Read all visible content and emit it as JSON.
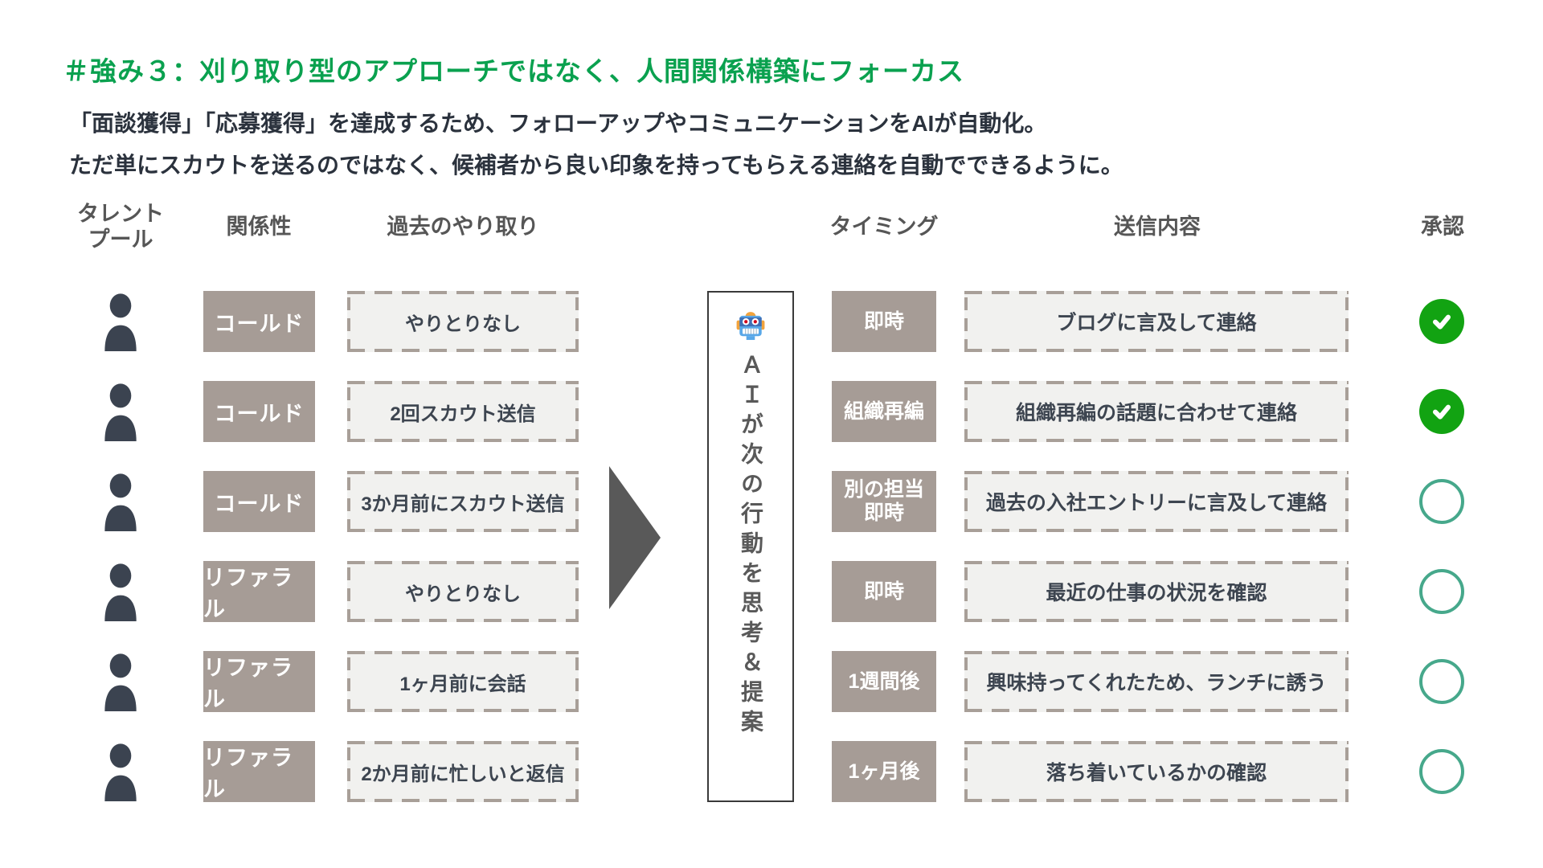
{
  "slide": {
    "title": "＃強み３：刈り取り型のアプローチではなく、人間関係構築にフォーカス",
    "subtitle_line1": "「面談獲得」「応募獲得」を達成するため、フォローアップやコミュニケーションをAIが自動化。",
    "subtitle_line2": "ただ単にスカウトを送るのではなく、候補者から良い印象を持ってもらえる連絡を自動でできるように。"
  },
  "headers": {
    "talent_pool": "タレント\nプール",
    "relationship": "関係性",
    "past_interactions": "過去のやり取り",
    "timing": "タイミング",
    "send_content": "送信内容",
    "approval": "承認"
  },
  "left_rows": [
    {
      "relationship": "コールド",
      "history": "やりとりなし"
    },
    {
      "relationship": "コールド",
      "history": "2回スカウト送信"
    },
    {
      "relationship": "コールド",
      "history": "3か月前にスカウト送信"
    },
    {
      "relationship": "リファラル",
      "history": "やりとりなし"
    },
    {
      "relationship": "リファラル",
      "history": "1ヶ月前に会話"
    },
    {
      "relationship": "リファラル",
      "history": "2か月前に忙しいと返信"
    }
  ],
  "ai_box": {
    "icon": "robot-icon",
    "vertical_text": "ＡＩが次の行動を思考＆提案"
  },
  "right_rows": [
    {
      "timing": "即時",
      "content": "ブログに言及して連絡",
      "approved": true
    },
    {
      "timing": "組織再編",
      "content": "組織再編の話題に合わせて連絡",
      "approved": true
    },
    {
      "timing": "別の担当\n即時",
      "content": "過去の入社エントリーに言及して連絡",
      "approved": false
    },
    {
      "timing": "即時",
      "content": "最近の仕事の状況を確認",
      "approved": false
    },
    {
      "timing": "1週間後",
      "content": "興味持ってくれたため、ランチに誘う",
      "approved": false
    },
    {
      "timing": "1ヶ月後",
      "content": "落ち着いているかの確認",
      "approved": false
    }
  ],
  "colors": {
    "title_green": "#0aa14f",
    "approved_green": "#12a312",
    "pending_ring_teal": "#46a88b",
    "label_taupe": "#a69c96",
    "dashed_border": "#a89f98",
    "box_fill": "#f1f1ef",
    "person_dark": "#3b4350",
    "arrow_gray": "#595959"
  }
}
